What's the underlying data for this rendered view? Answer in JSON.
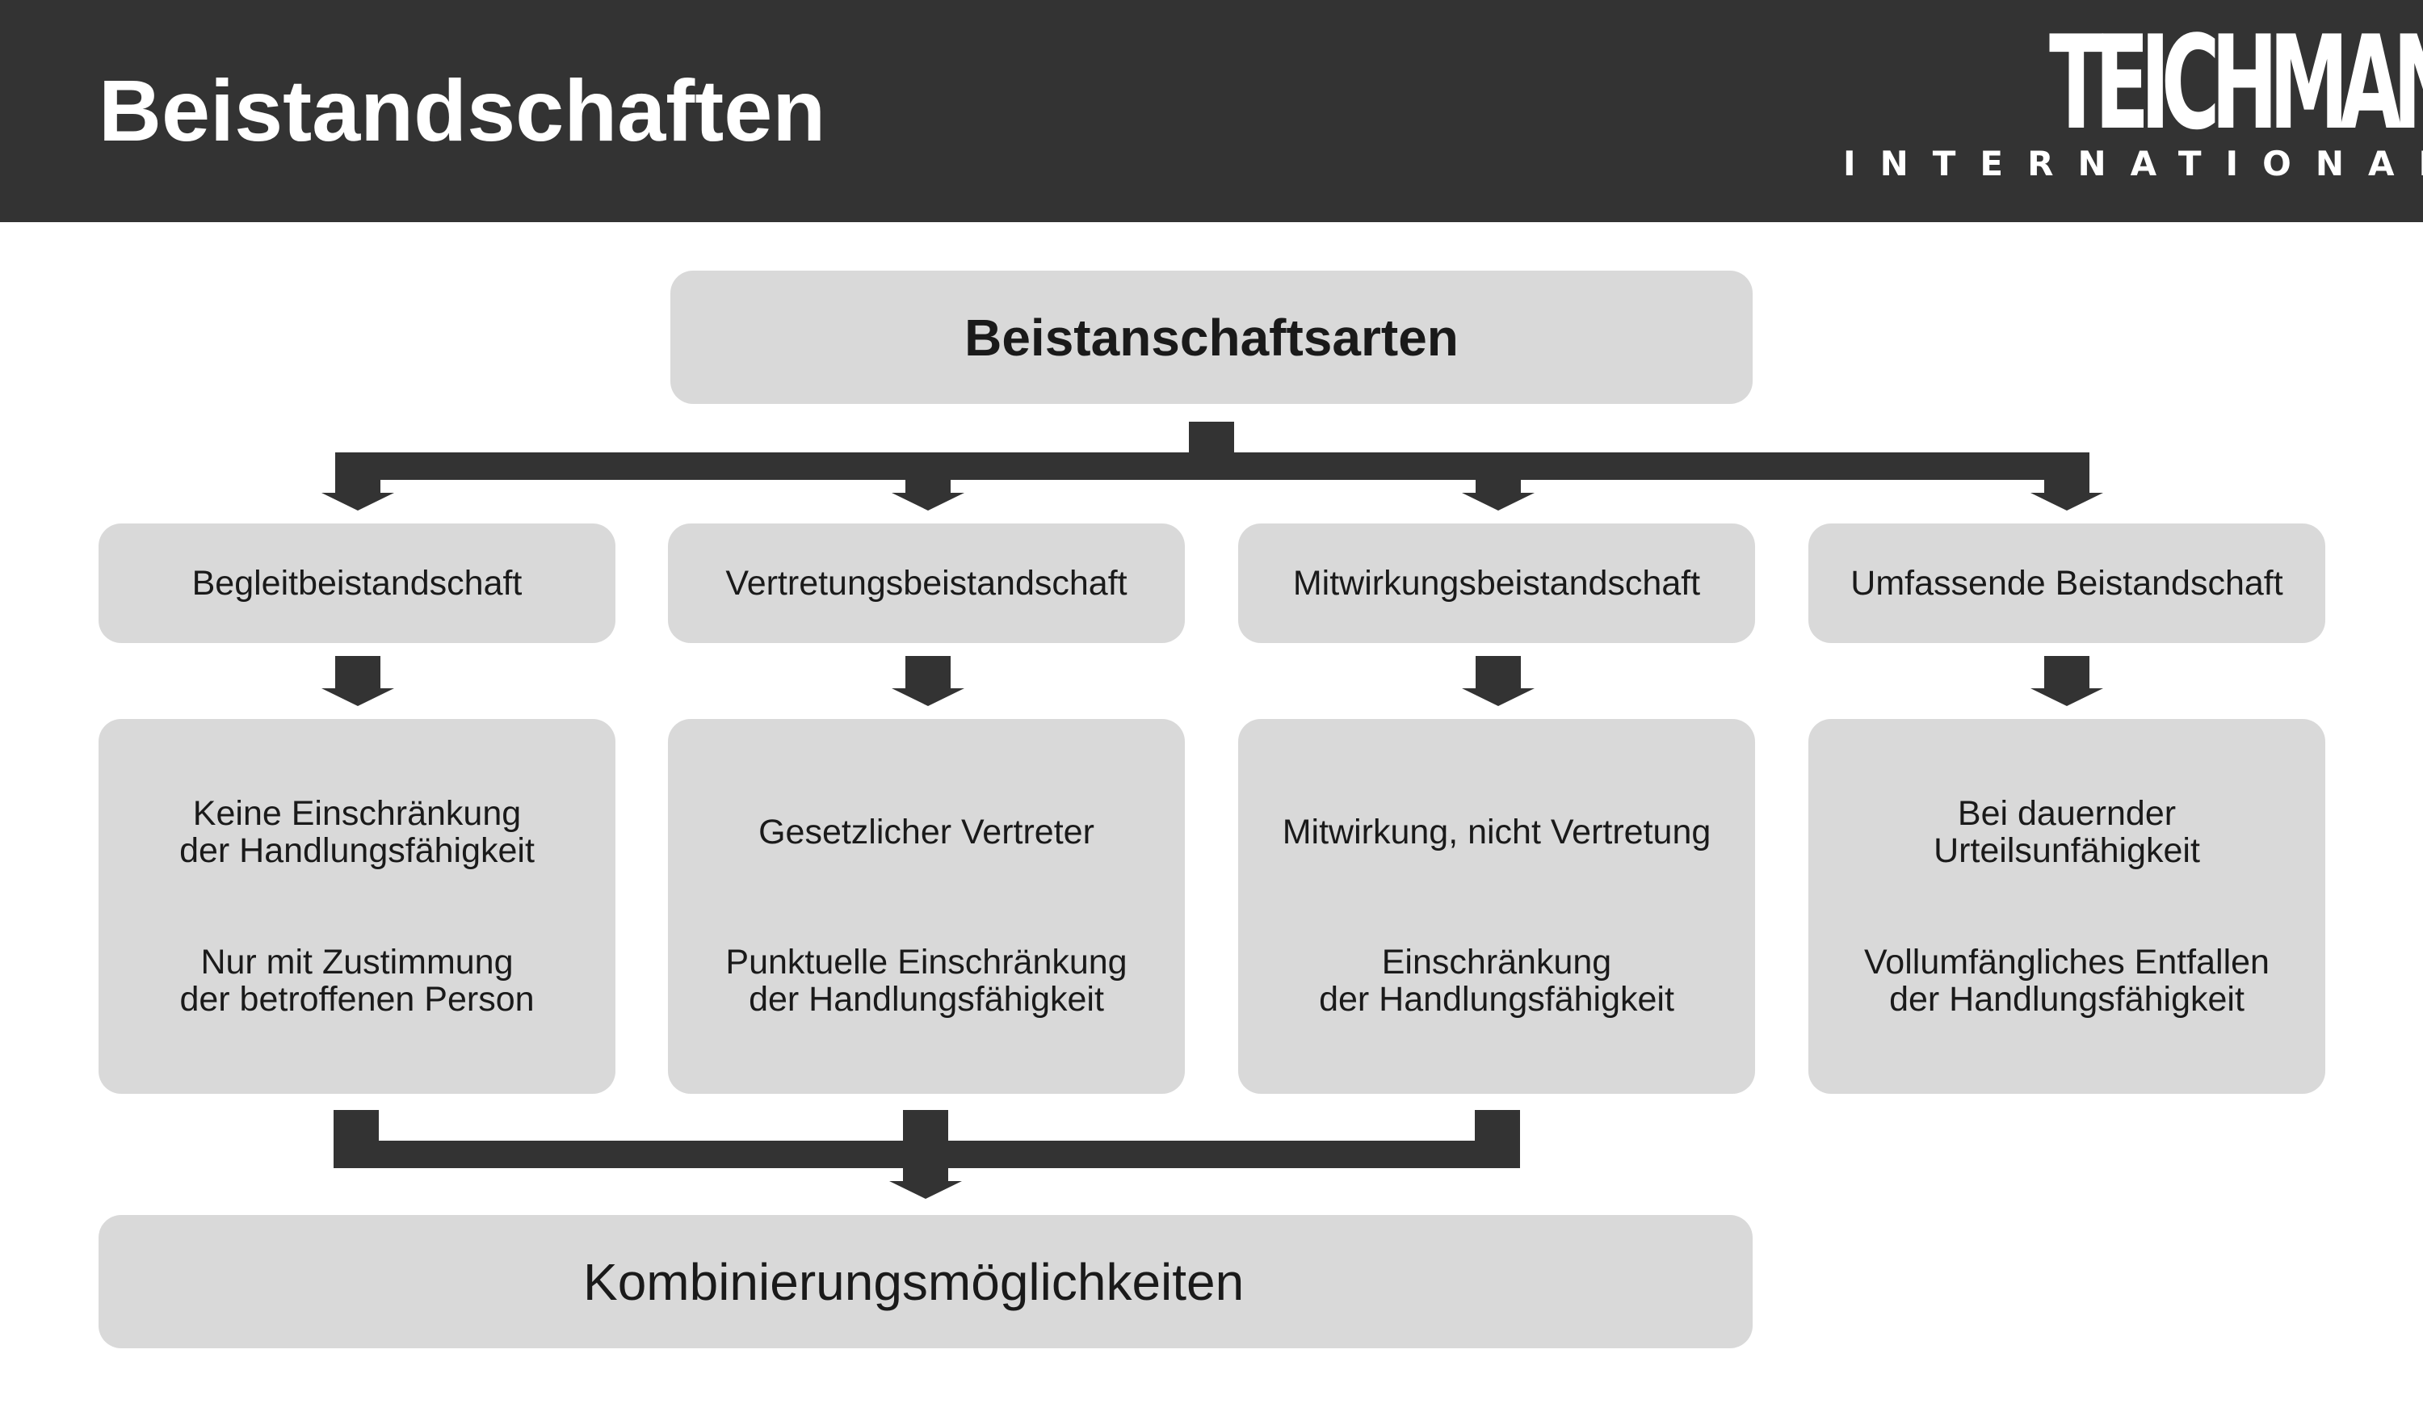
{
  "header": {
    "title": "Beistandschaften",
    "logo_main": "TEICHMANN",
    "logo_sub": "INTERNATIONAL"
  },
  "diagram": {
    "root": "Beistanschaftsarten",
    "types": [
      {
        "label": "Begleitbeistandschaft",
        "detail_1": "Keine Einschränkung\nder Handlungsfähigkeit",
        "detail_2": "Nur mit Zustimmung\nder betroffenen Person"
      },
      {
        "label": "Vertretungsbeistandschaft",
        "detail_1": "Gesetzlicher Vertreter",
        "detail_2": "Punktuelle Einschränkung\nder Handlungsfähigkeit"
      },
      {
        "label": "Mitwirkungsbeistandschaft",
        "detail_1": "Mitwirkung, nicht Vertretung",
        "detail_2": "Einschränkung\nder Handlungsfähigkeit"
      },
      {
        "label": "Umfassende Beistandschaft",
        "detail_1": "Bei dauernder\nUrteilsunfähigkeit",
        "detail_2": "Vollumfängliches Entfallen\nder Handlungsfähigkeit"
      }
    ],
    "bottom": "Kombinierungsmöglichkeiten"
  },
  "colors": {
    "header_bg": "#333333",
    "box_bg": "#d9d9d9",
    "connector": "#333333",
    "text": "#1a1a1a"
  }
}
